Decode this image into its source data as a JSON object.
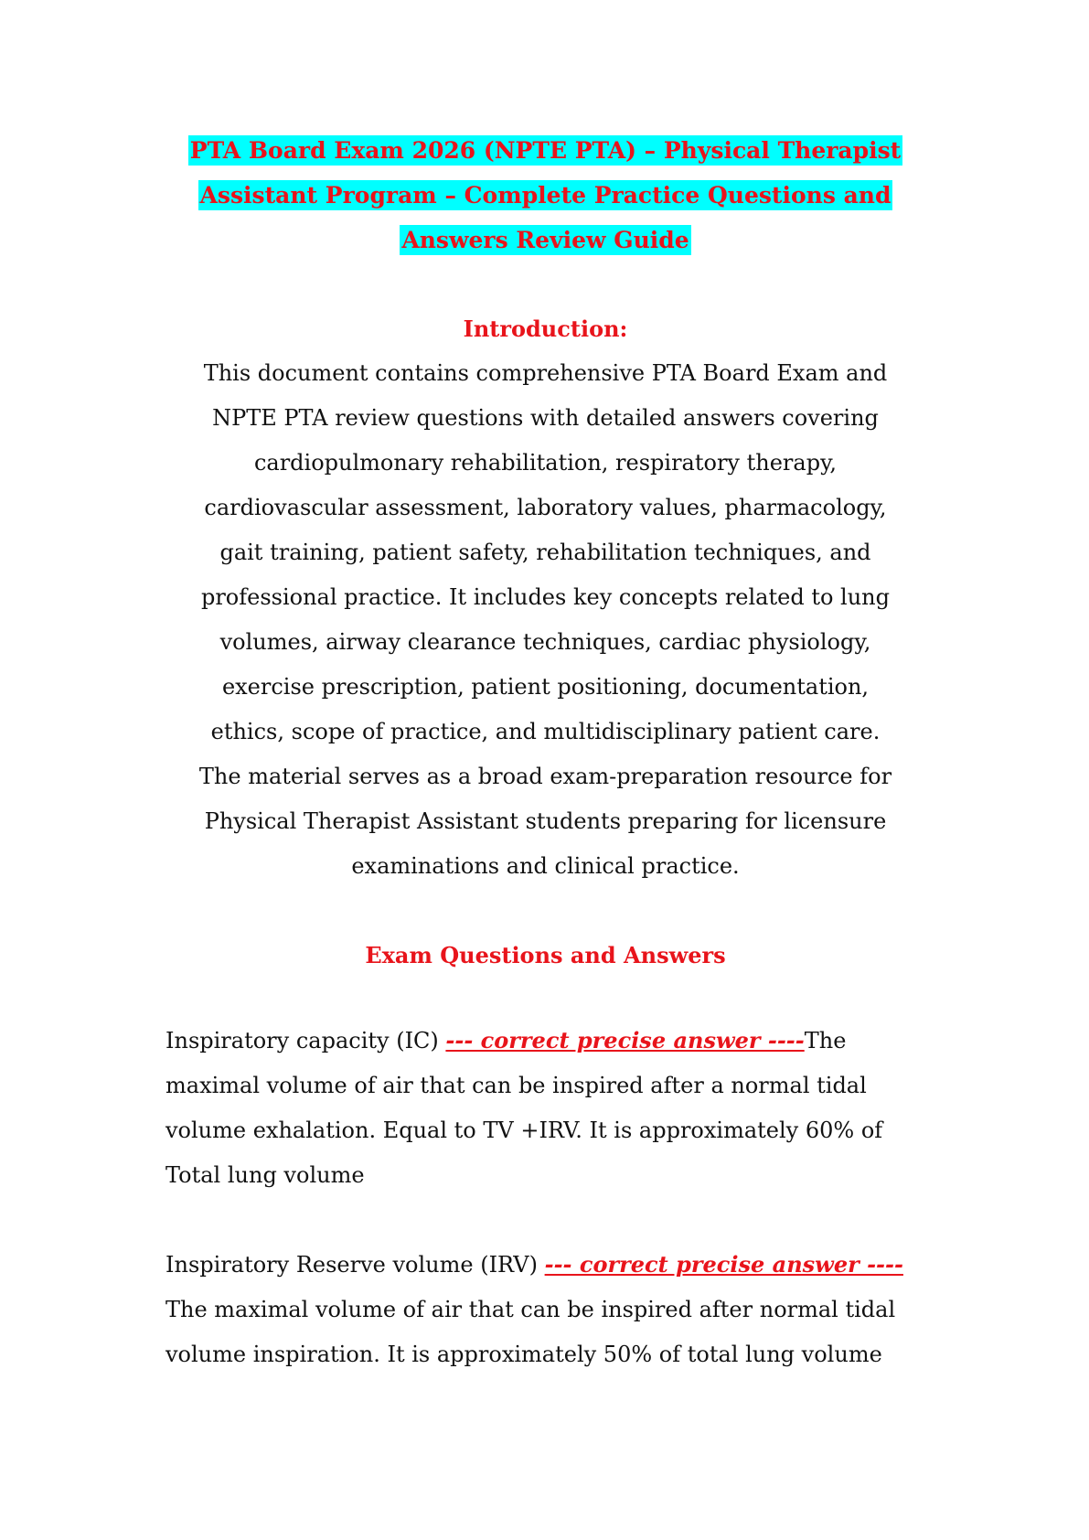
{
  "title": {
    "lines": [
      "PTA Board Exam 2026 (NPTE PTA) – Physical Therapist",
      "Assistant Program – Complete Practice Questions and",
      "Answers Review Guide"
    ]
  },
  "introduction": {
    "heading": "Introduction:",
    "lines": [
      "This document contains comprehensive PTA Board Exam and",
      "NPTE PTA review questions with detailed answers covering",
      "cardiopulmonary rehabilitation, respiratory therapy,",
      "cardiovascular assessment, laboratory values, pharmacology,",
      "gait training, patient safety, rehabilitation techniques, and",
      "professional practice. It includes key concepts related to lung",
      "volumes, airway clearance techniques, cardiac physiology,",
      "exercise prescription, patient positioning, documentation,",
      "ethics, scope of practice, and multidisciplinary patient care.",
      "The material serves as a broad exam-preparation resource for",
      "Physical Therapist Assistant students preparing for licensure",
      "examinations and clinical practice."
    ]
  },
  "section": {
    "heading": "Exam Questions and Answers"
  },
  "questions": [
    {
      "term": "Inspiratory capacity (IC) ",
      "marker": "--- correct precise answer ----",
      "answer": "The maximal volume of air that can be inspired after a normal tidal volume exhalation. Equal to TV +IRV. It is approximately 60% of Total lung volume"
    },
    {
      "term": "Inspiratory Reserve volume (IRV) ",
      "marker": "--- correct precise answer ----",
      "answer": "The maximal volume of air that can be inspired after normal tidal volume inspiration. It is approximately 50% of total lung volume"
    }
  ],
  "colors": {
    "heading_red": "#e8141b",
    "title_highlight": "#00ffff",
    "body_text": "#111111"
  }
}
